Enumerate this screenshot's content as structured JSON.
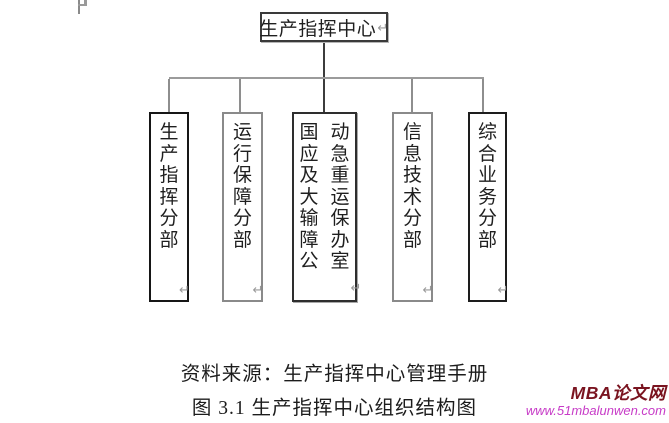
{
  "org_chart": {
    "root": {
      "label": "生产指挥中心",
      "return_mark": "↵"
    },
    "children": [
      {
        "label": "生产指挥分部",
        "return_mark": "↵"
      },
      {
        "label": "运行保障分部",
        "return_mark": "↵"
      },
      {
        "label": "国动应急及重大运输保障办公室",
        "return_mark": "↵"
      },
      {
        "label": "信息技术分部",
        "return_mark": "↵"
      },
      {
        "label": "综合业务分部",
        "return_mark": "↵"
      }
    ]
  },
  "captions": {
    "source": "资料来源：生产指挥中心管理手册",
    "figure": "图 3.1 生产指挥中心组织结构图"
  },
  "watermark": {
    "site_name": "MBA论文网",
    "site_url": "www.51mbalunwen.com",
    "site_name_color": "#7a1420",
    "site_url_color": "#c73bc7"
  }
}
